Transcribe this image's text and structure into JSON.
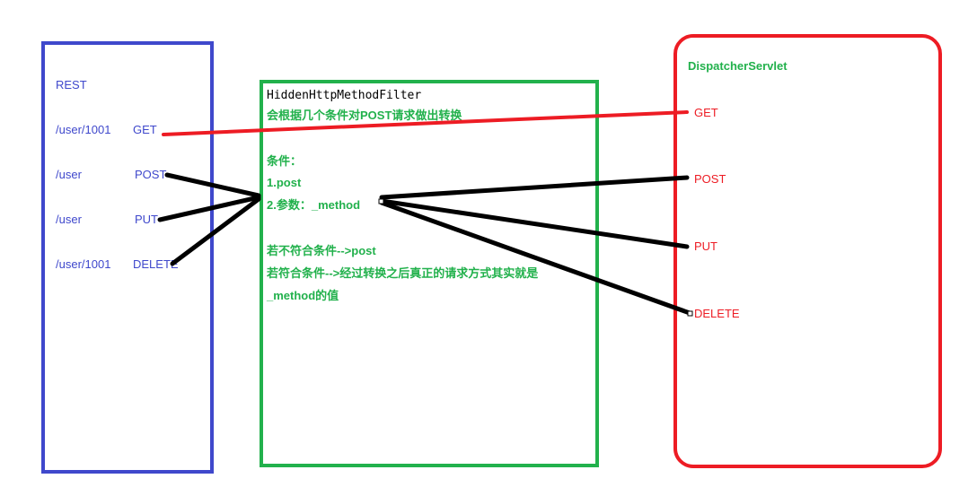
{
  "rest": {
    "title": "REST",
    "routes": [
      {
        "path": "/user/1001",
        "method": "GET"
      },
      {
        "path": "/user",
        "method": "POST"
      },
      {
        "path": "/user",
        "method": "PUT"
      },
      {
        "path": "/user/1001",
        "method": "DELETE"
      }
    ]
  },
  "filter": {
    "name": "HiddenHttpMethodFilter",
    "desc": "会根据几个条件对POST请求做出转换",
    "cond_title": "条件：",
    "cond1": "1.post",
    "cond2": "2.参数：_method",
    "no_match": "若不符合条件-->post",
    "match_line1": "若符合条件-->经过转换之后真正的请求方式其实就是",
    "match_line2": "_method的值"
  },
  "dispatcher": {
    "title": "DispatcherServlet",
    "methods": [
      "GET",
      "POST",
      "PUT",
      "DELETE"
    ]
  },
  "colors": {
    "rest": "#3f48cc",
    "filter": "#22b14c",
    "dispatcher": "#ed1c24",
    "connector": "#000000"
  }
}
